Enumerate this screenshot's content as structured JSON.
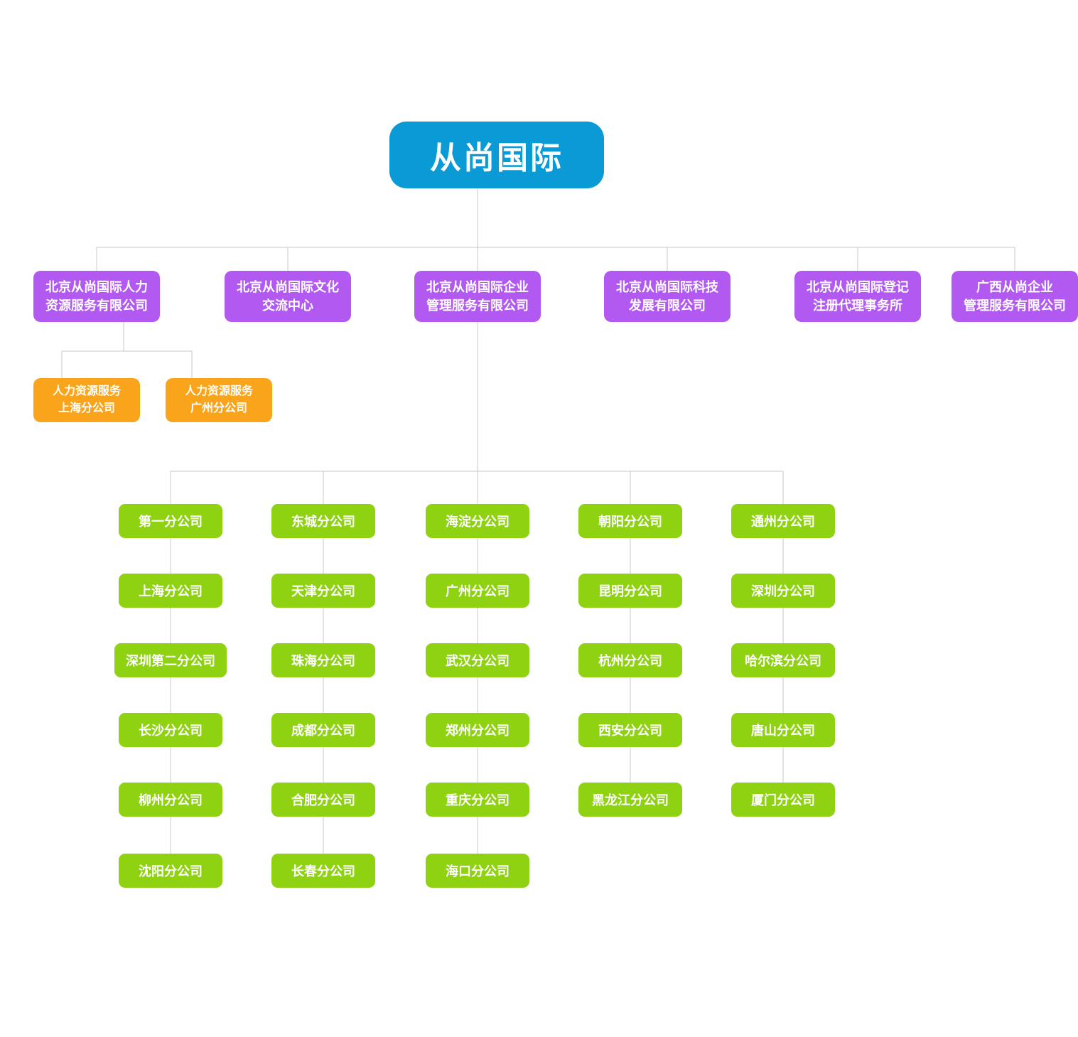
{
  "colors": {
    "root-color": "#0a9bd6",
    "lv2-color": "#b259f1",
    "hr-color": "#faa41b",
    "branch-color": "#8ed212",
    "line-color": "#c9c9c9"
  },
  "root": {
    "label": "从尚国际"
  },
  "level2": [
    {
      "label": "北京从尚国际人力\n资源服务有限公司"
    },
    {
      "label": "北京从尚国际文化\n交流中心"
    },
    {
      "label": "北京从尚国际企业\n管理服务有限公司"
    },
    {
      "label": "北京从尚国际科技\n发展有限公司"
    },
    {
      "label": "北京从尚国际登记\n注册代理事务所"
    },
    {
      "label": "广西从尚企业\n管理服务有限公司"
    }
  ],
  "hr_branches": [
    {
      "label": "人力资源服务\n上海分公司"
    },
    {
      "label": "人力资源服务\n广州分公司"
    }
  ],
  "branch_columns": [
    {
      "nodes": [
        "第一分公司",
        "上海分公司",
        "深圳第二分公司",
        "长沙分公司",
        "柳州分公司",
        "沈阳分公司"
      ]
    },
    {
      "nodes": [
        "东城分公司",
        "天津分公司",
        "珠海分公司",
        "成都分公司",
        "合肥分公司",
        "长春分公司"
      ]
    },
    {
      "nodes": [
        "海淀分公司",
        "广州分公司",
        "武汉分公司",
        "郑州分公司",
        "重庆分公司",
        "海口分公司"
      ]
    },
    {
      "nodes": [
        "朝阳分公司",
        "昆明分公司",
        "杭州分公司",
        "西安分公司",
        "黑龙江分公司"
      ]
    },
    {
      "nodes": [
        "通州分公司",
        "深圳分公司",
        "哈尔滨分公司",
        "唐山分公司",
        "厦门分公司"
      ]
    }
  ]
}
